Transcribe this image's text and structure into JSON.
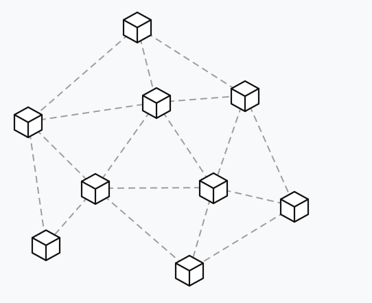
{
  "diagram": {
    "type": "network-graph",
    "node_icon": "cube-icon",
    "edge_style": "dashed",
    "colors": {
      "background": "#f8f9fb",
      "edge": "#9e9e9e",
      "node_stroke": "#111111",
      "node_fill": "#ffffff"
    },
    "nodes": [
      {
        "id": "n1"
      },
      {
        "id": "n2"
      },
      {
        "id": "n3"
      },
      {
        "id": "n4"
      },
      {
        "id": "n5"
      },
      {
        "id": "n6"
      },
      {
        "id": "n7"
      },
      {
        "id": "n8"
      },
      {
        "id": "n9"
      },
      {
        "id": "n10"
      }
    ],
    "edges": [
      [
        "n1",
        "n4"
      ],
      [
        "n1",
        "n3"
      ],
      [
        "n1",
        "n2"
      ],
      [
        "n4",
        "n3"
      ],
      [
        "n3",
        "n2"
      ],
      [
        "n4",
        "n5"
      ],
      [
        "n4",
        "n9"
      ],
      [
        "n3",
        "n5"
      ],
      [
        "n3",
        "n6"
      ],
      [
        "n2",
        "n6"
      ],
      [
        "n2",
        "n7"
      ],
      [
        "n5",
        "n6"
      ],
      [
        "n5",
        "n9"
      ],
      [
        "n5",
        "n10"
      ],
      [
        "n6",
        "n7"
      ],
      [
        "n6",
        "n10"
      ],
      [
        "n7",
        "n10"
      ]
    ]
  }
}
